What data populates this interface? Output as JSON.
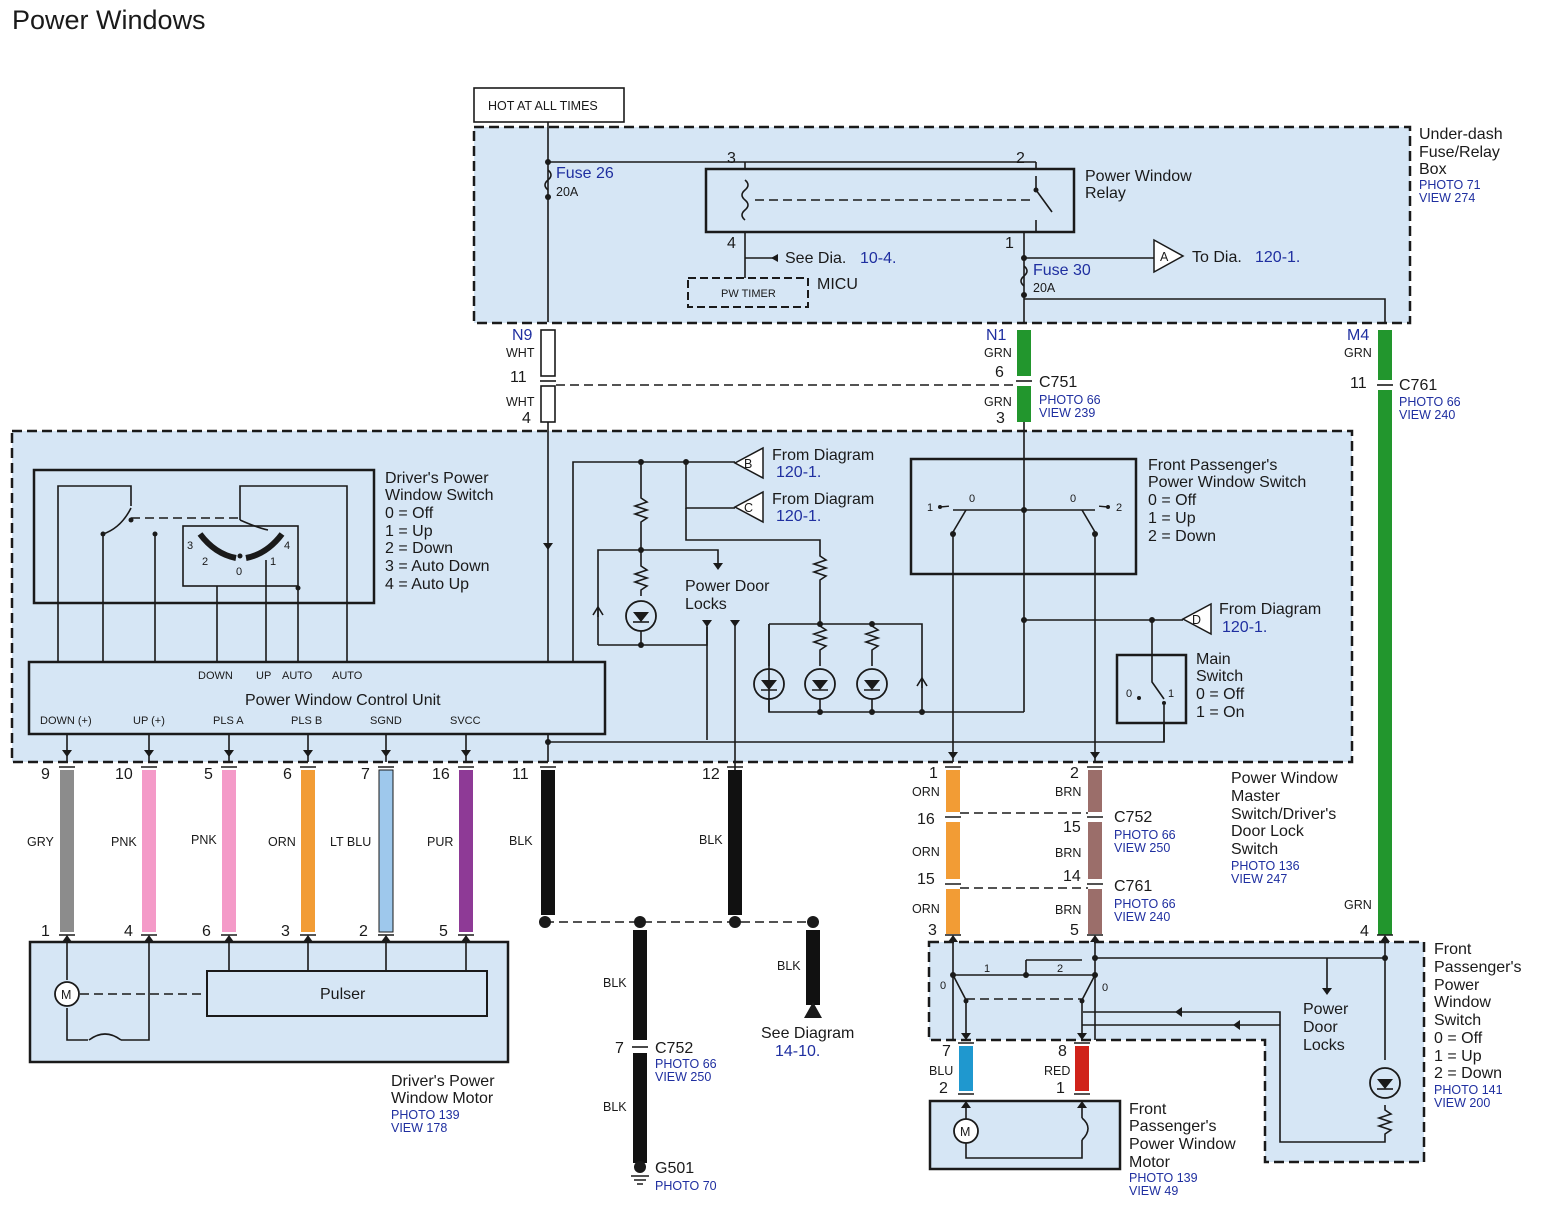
{
  "title": "Power Windows",
  "colors": {
    "box_fill": "#d6e6f5",
    "GRY": "#8c8c8c",
    "PNK": "#f49ac8",
    "ORN": "#f29c35",
    "LT BLU": "#9ec8ec",
    "PUR": "#8e3a96",
    "BLK": "#111111",
    "GRN": "#22962d",
    "BRN": "#9b6e6a",
    "BLU": "#1f98cf",
    "RED": "#d0221a",
    "WHT": "#ffffff",
    "link": "#1f2fa0"
  },
  "hot_label": "HOT AT ALL TIMES",
  "fusebox": {
    "name": [
      "Under-dash",
      "Fuse/Relay",
      "Box"
    ],
    "photo": "PHOTO 71",
    "view": "VIEW 274",
    "fuse26": {
      "name": "Fuse 26",
      "amp": "20A"
    },
    "fuse30": {
      "name": "Fuse 30",
      "amp": "20A"
    },
    "relay": [
      "Power Window",
      "Relay"
    ],
    "relay_pins": [
      "3",
      "2",
      "4",
      "1"
    ],
    "see_dia": "See Dia.",
    "see_dia_ref": "10-4.",
    "to_dia": "To Dia.",
    "to_dia_ref": "120-1.",
    "connector_a": "A",
    "pw_timer": "PW TIMER",
    "micu": "MICU",
    "terminals": [
      "N9",
      "N1",
      "M4"
    ]
  },
  "upper_wires": {
    "left": {
      "color1": "WHT",
      "pin_top": "11",
      "color2": "WHT",
      "pin_bottom": "4"
    },
    "mid": {
      "color1": "GRN",
      "pin_top": "6",
      "color2": "GRN",
      "pin_bottom": "3",
      "connector": "C751",
      "photo": "PHOTO 66",
      "view": "VIEW 239"
    },
    "right": {
      "color1": "GRN",
      "pin": "11",
      "connector": "C761",
      "photo": "PHOTO 66",
      "view": "VIEW 240"
    }
  },
  "master": {
    "driver_switch": [
      "Driver's Power",
      "Window Switch",
      "0 = Off",
      "1 = Up",
      "2 = Down",
      "3 = Auto Down",
      "4 = Auto Up"
    ],
    "switch_nums": [
      "3",
      "2",
      "0",
      "1",
      "4"
    ],
    "from_b": {
      "letter": "B",
      "text": "From Diagram",
      "ref": "120-1."
    },
    "from_c": {
      "letter": "C",
      "text": "From Diagram",
      "ref": "120-1."
    },
    "from_d": {
      "letter": "D",
      "text": "From Diagram",
      "ref": "120-1."
    },
    "door_locks": [
      "Power Door",
      "Locks"
    ],
    "fp_switch": [
      "Front Passenger's",
      "Power Window Switch",
      "0 = Off",
      "1 = Up",
      "2 = Down"
    ],
    "fp_nums": [
      "1",
      "0",
      "0",
      "2"
    ],
    "main_switch": [
      "Main",
      "Switch",
      "0 = Off",
      "1 = On"
    ],
    "main_nums": [
      "0",
      "1"
    ],
    "pcu": "Power Window Control Unit",
    "pcu_top": [
      "DOWN",
      "UP",
      "AUTO",
      "AUTO"
    ],
    "pcu_bottom": [
      "DOWN (+)",
      "UP (+)",
      "PLS A",
      "PLS B",
      "SGND",
      "SVCC"
    ],
    "name": [
      "Power Window",
      "Master",
      "Switch/Driver's",
      "Door Lock",
      "Switch"
    ],
    "photo": "PHOTO 136",
    "view": "VIEW 247"
  },
  "lower_wires": [
    {
      "pin_top": "9",
      "color": "GRY",
      "pin_bottom": "1"
    },
    {
      "pin_top": "10",
      "color": "PNK",
      "pin_bottom": "4"
    },
    {
      "pin_top": "5",
      "color": "PNK",
      "pin_bottom": "6"
    },
    {
      "pin_top": "6",
      "color": "ORN",
      "pin_bottom": "3"
    },
    {
      "pin_top": "7",
      "color": "LT BLU",
      "pin_bottom": "2"
    },
    {
      "pin_top": "16",
      "color": "PUR",
      "pin_bottom": "5"
    },
    {
      "pin_top": "11",
      "color": "BLK"
    },
    {
      "pin_top": "12",
      "color": "BLK"
    }
  ],
  "ground": {
    "wire1": "BLK",
    "pin": "7",
    "connector": "C752",
    "photo": "PHOTO 66",
    "view": "VIEW 250",
    "wire2": "BLK",
    "ground": "G501",
    "ground_photo": "PHOTO 70",
    "side_wire": "BLK",
    "see": "See Diagram",
    "see_ref": "14-10."
  },
  "driver_motor": {
    "pulser": "Pulser",
    "motor": "M",
    "name": [
      "Driver's Power",
      "Window Motor"
    ],
    "photo": "PHOTO 139",
    "view": "VIEW 178"
  },
  "fp_wires": {
    "orn": {
      "pin1": "1",
      "c1": "ORN",
      "pin2": "16",
      "c2": "ORN",
      "pin3": "15",
      "c3": "ORN",
      "pin4": "3"
    },
    "brn": {
      "pin1": "2",
      "c1": "BRN",
      "pin2": "15",
      "c2": "BRN",
      "pin3": "14",
      "c3": "BRN",
      "pin4": "5"
    },
    "c752": {
      "name": "C752",
      "photo": "PHOTO 66",
      "view": "VIEW 250"
    },
    "c761": {
      "name": "C761",
      "photo": "PHOTO 66",
      "view": "VIEW 240"
    },
    "grn": {
      "color": "GRN",
      "pin": "4"
    }
  },
  "fp_switch_box": {
    "nums": [
      "1",
      "2",
      "0",
      "0"
    ],
    "door_locks": [
      "Power",
      "Door",
      "Locks"
    ],
    "name": [
      "Front",
      "Passenger's",
      "Power",
      "Window",
      "Switch",
      "0 = Off",
      "1 = Up",
      "2 = Down"
    ],
    "photo": "PHOTO 141",
    "view": "VIEW 200"
  },
  "fp_motor_wires": [
    {
      "pin_top": "7",
      "color": "BLU",
      "pin_bottom": "2"
    },
    {
      "pin_top": "8",
      "color": "RED",
      "pin_bottom": "1"
    }
  ],
  "fp_motor": {
    "motor": "M",
    "name": [
      "Front",
      "Passenger's",
      "Power Window",
      "Motor"
    ],
    "photo": "PHOTO 139",
    "view": "VIEW 49"
  }
}
